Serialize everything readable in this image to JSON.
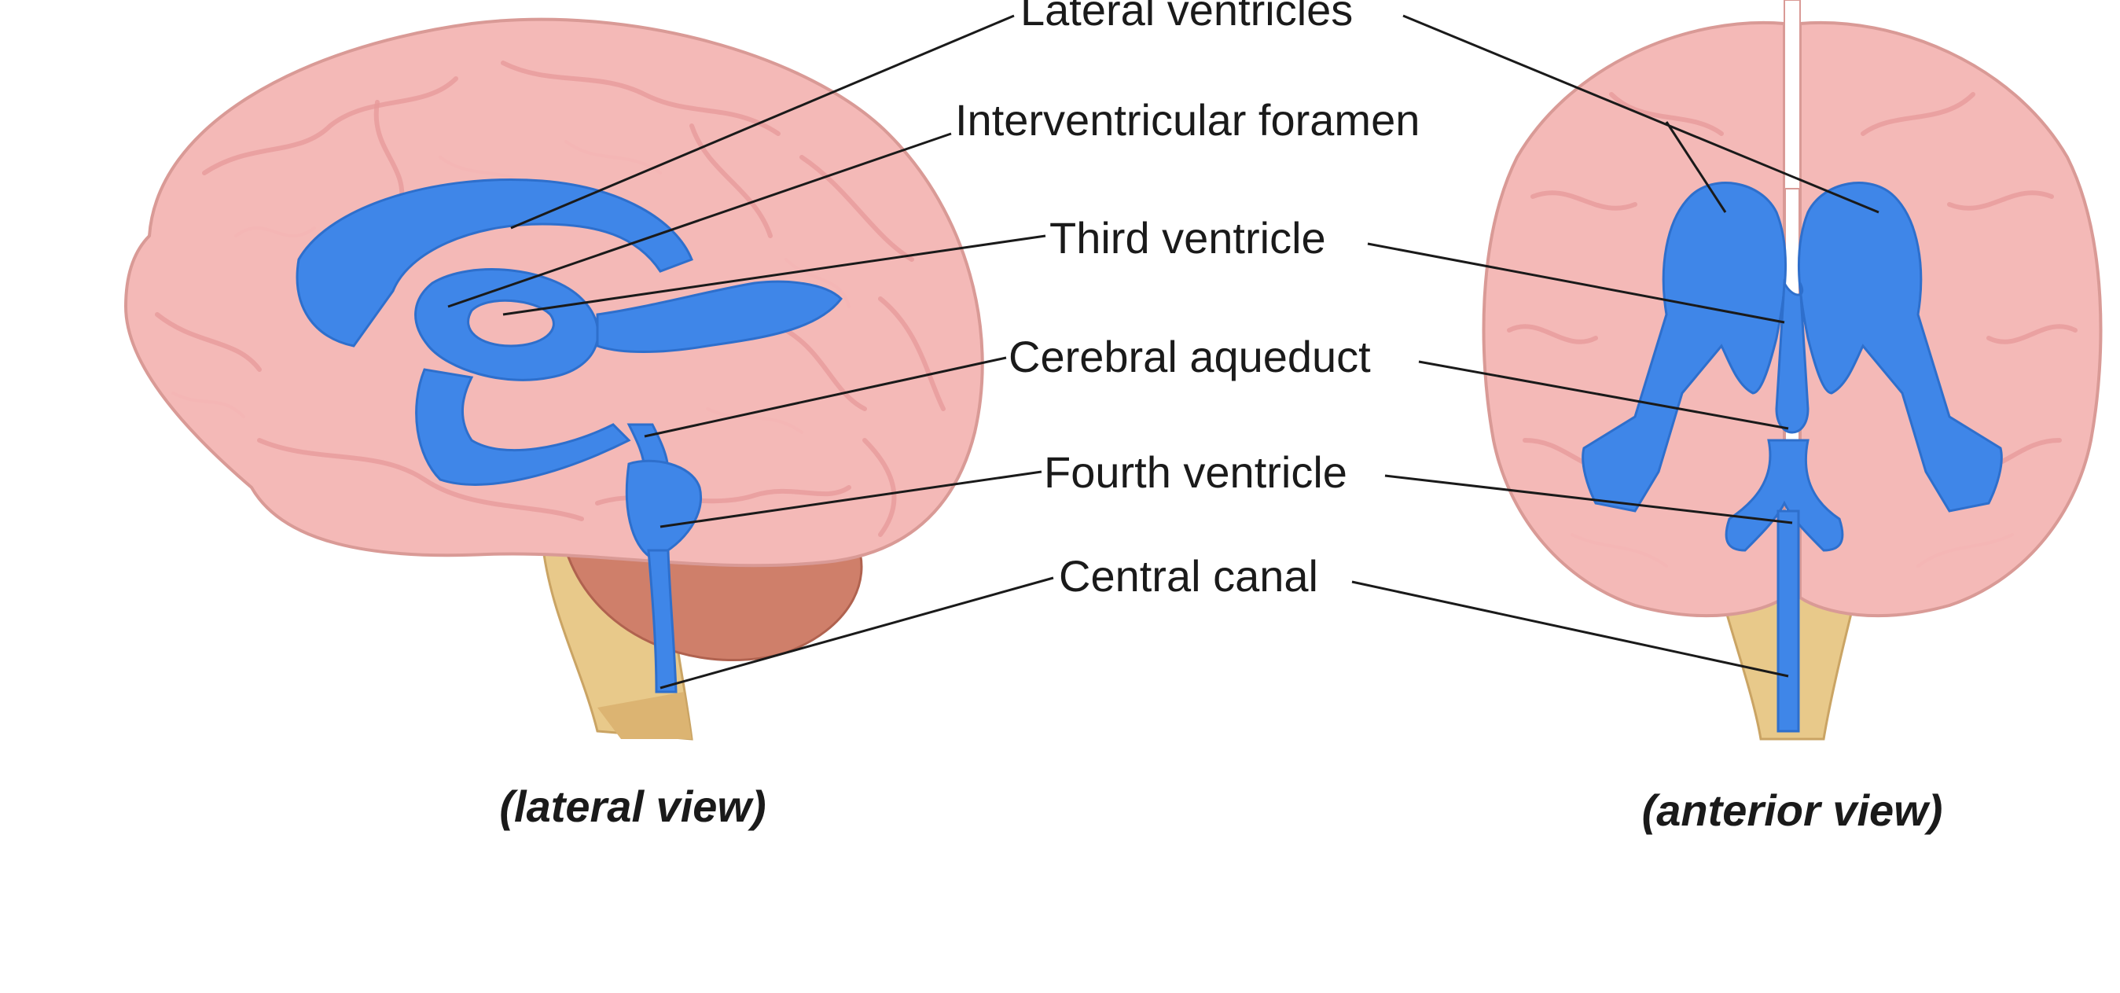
{
  "labels": {
    "lateral_ventricles": "Lateral ventricles",
    "interventricular_foramen": "Interventricular foramen",
    "third_ventricle": "Third ventricle",
    "cerebral_aqueduct": "Cerebral aqueduct",
    "fourth_ventricle": "Fourth ventricle",
    "central_canal": "Central canal"
  },
  "captions": {
    "lateral_view": "(lateral view)",
    "anterior_view": "(anterior view)"
  },
  "colors": {
    "brain": "#f4b9b7",
    "brain_outline": "#d99a96",
    "ventricles": "#3f86e8",
    "cerebellum": "#cf7f6a",
    "brainstem": "#e8c98a"
  },
  "icons": {
    "lateral_view_illustration": "brain-lateral-view",
    "anterior_view_illustration": "brain-anterior-view"
  }
}
